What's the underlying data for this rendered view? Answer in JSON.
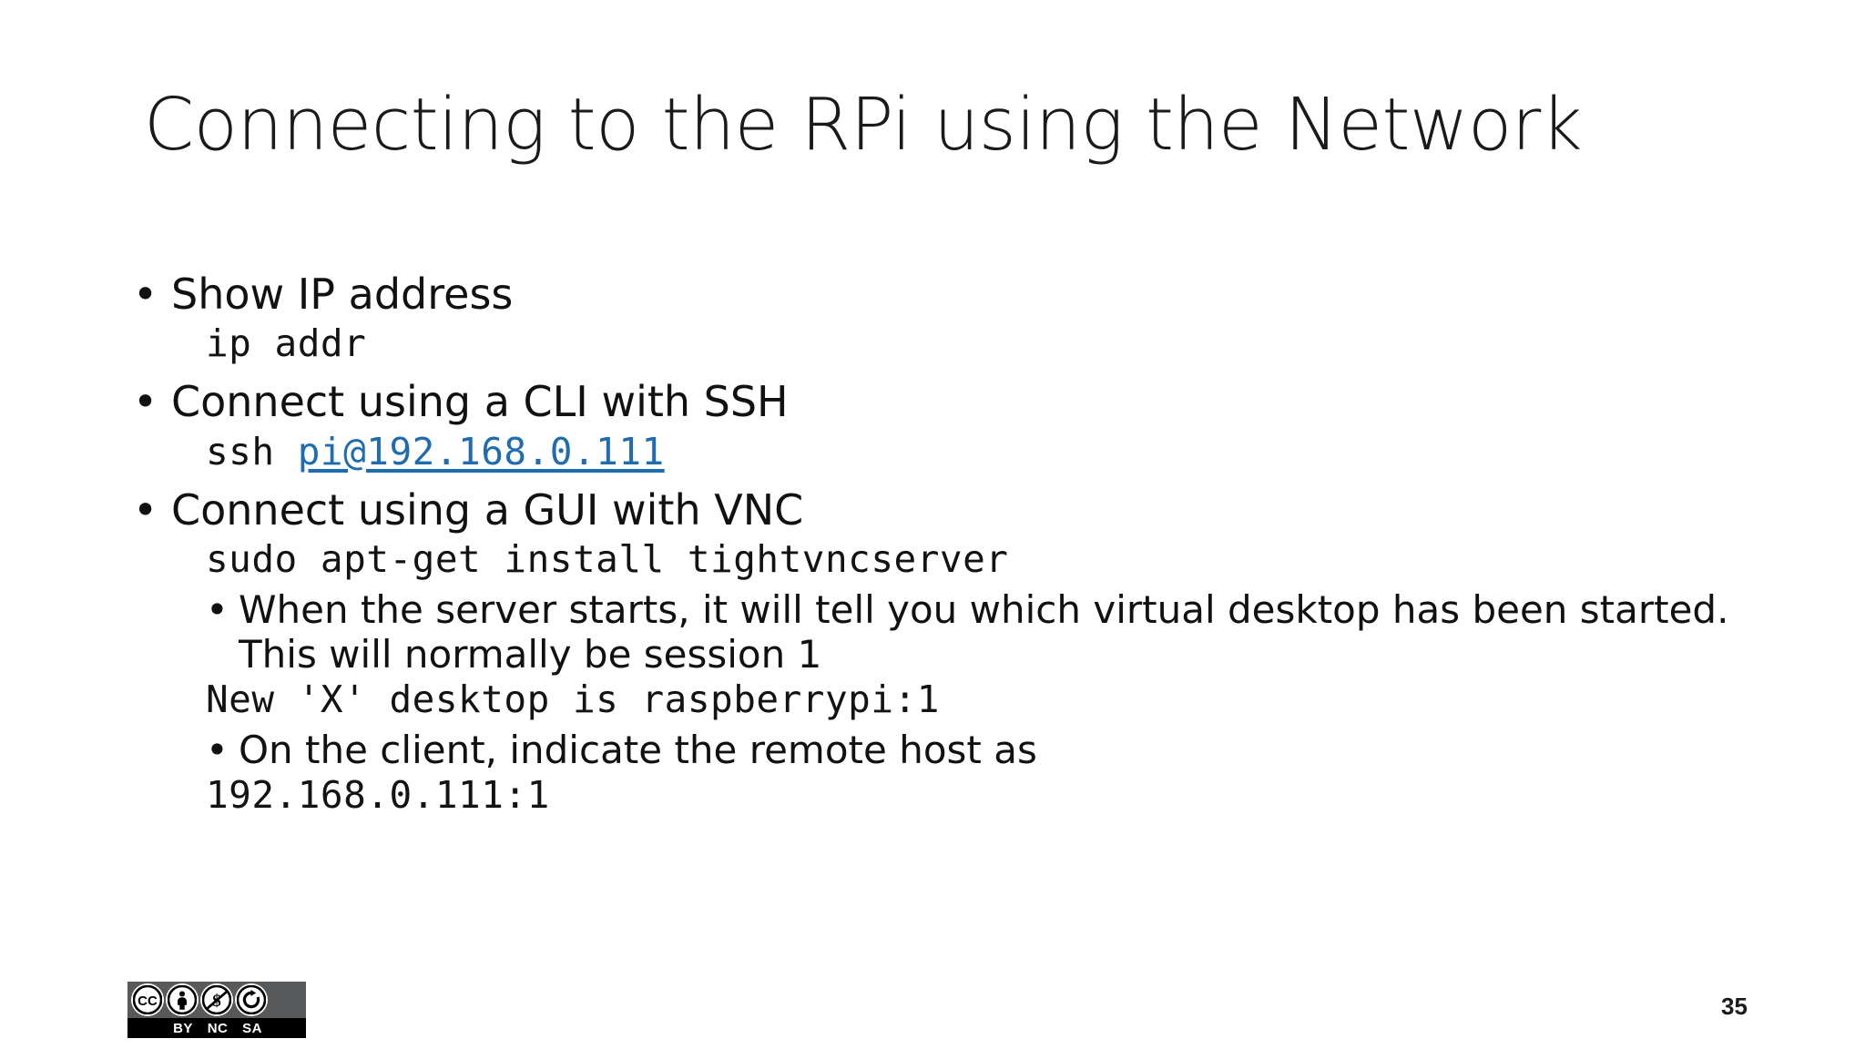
{
  "slide": {
    "title": "Connecting to the RPi using the Network",
    "page_number": "35",
    "background_color": "#ffffff",
    "text_color": "#111111",
    "link_color": "#1f6cb0"
  },
  "content": {
    "bullet1": {
      "text": "Show IP address",
      "bullet_char": "•",
      "code": "ip addr"
    },
    "bullet2": {
      "text": "Connect using a CLI with SSH",
      "bullet_char": "•",
      "code_prefix": "ssh ",
      "code_link": "pi@192.168.0.111"
    },
    "bullet3": {
      "text": "Connect using a GUI with VNC",
      "bullet_char": "•",
      "code": "sudo apt-get install tightvncserver",
      "sub1": {
        "text": "When the server starts, it will tell you which virtual desktop has been started. This will normally be session 1",
        "bullet_char": "•",
        "code": "New 'X' desktop is raspberrypi:1"
      },
      "sub2": {
        "text": "On the client, indicate the remote host as",
        "bullet_char": "•",
        "code": "192.168.0.111:1"
      }
    }
  },
  "license": {
    "name": "cc-by-nc-sa-badge",
    "cc_label": "CC",
    "labels": [
      "BY",
      "NC",
      "SA"
    ],
    "top_band_color": "#58595b",
    "bottom_band_color": "#000000"
  }
}
